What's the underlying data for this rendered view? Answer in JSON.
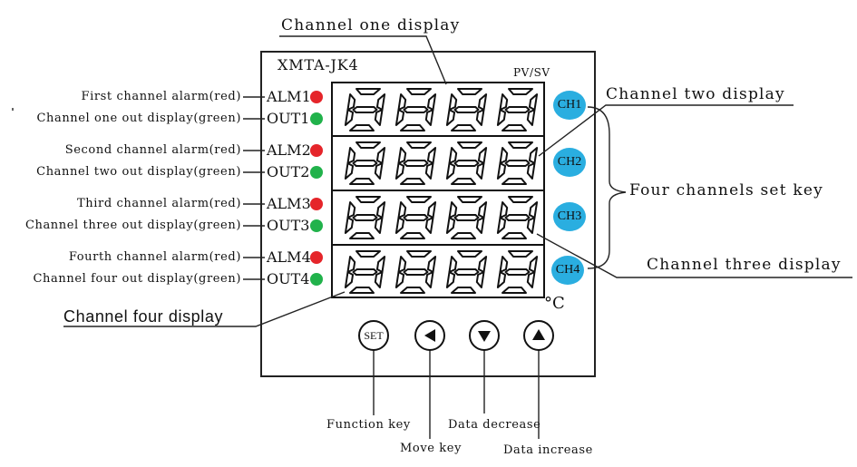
{
  "model": "XMTA-JK4",
  "pv_sv": "PV/SV",
  "unit": "°C",
  "display_digits": "8888",
  "indicators": [
    {
      "tag": "ALM1",
      "desc": "First channel alarm(red)",
      "color": "#e5252a"
    },
    {
      "tag": "OUT1",
      "desc": "Channel one out display(green)",
      "color": "#21b24b"
    },
    {
      "tag": "ALM2",
      "desc": "Second channel alarm(red)",
      "color": "#e5252a"
    },
    {
      "tag": "OUT2",
      "desc": "Channel two out display(green)",
      "color": "#21b24b"
    },
    {
      "tag": "ALM3",
      "desc": "Third channel alarm(red)",
      "color": "#e5252a"
    },
    {
      "tag": "OUT3",
      "desc": "Channel three out display(green)",
      "color": "#21b24b"
    },
    {
      "tag": "ALM4",
      "desc": "Fourth channel alarm(red)",
      "color": "#e5252a"
    },
    {
      "tag": "OUT4",
      "desc": "Channel four out display(green)",
      "color": "#21b24b"
    }
  ],
  "channel_keys": [
    "CH1",
    "CH2",
    "CH3",
    "CH4"
  ],
  "channel_key_color": "#2aaee0",
  "callouts": {
    "ch1": "Channel one display",
    "ch2": "Channel two display",
    "ch3": "Channel three display",
    "ch4": "Channel four display",
    "set_keys": "Four channels set key"
  },
  "keys": [
    {
      "id": "set",
      "symbol": "SET",
      "desc": "Function key",
      "icon": "set-icon"
    },
    {
      "id": "move",
      "symbol": "left",
      "desc": "Move key",
      "icon": "triangle-left-icon"
    },
    {
      "id": "down",
      "symbol": "down",
      "desc": "Data decrease",
      "icon": "triangle-down-icon"
    },
    {
      "id": "up",
      "symbol": "up",
      "desc": "Data increase",
      "icon": "triangle-up-icon"
    }
  ]
}
